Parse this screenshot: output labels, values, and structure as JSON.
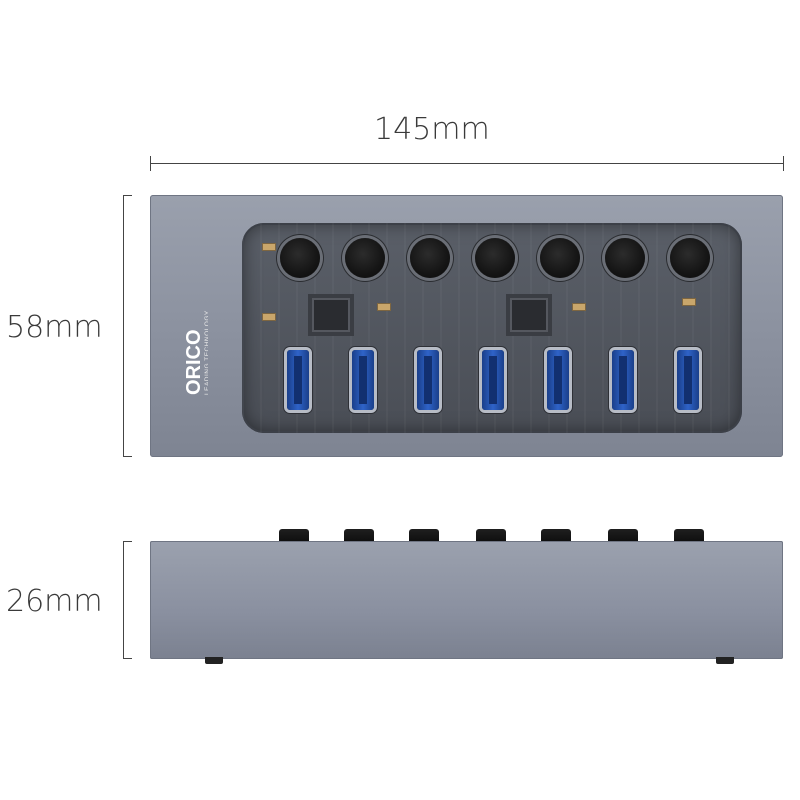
{
  "dimensions": {
    "width_label": "145mm",
    "height_label": "58mm",
    "depth_label": "26mm"
  },
  "brand": {
    "name": "ORICO",
    "tagline": "LEADING TECHNOLOGY"
  },
  "device": {
    "port_count": 7,
    "switch_count": 7,
    "port_color": "#2f63c8",
    "body_color": "#8c92a0"
  }
}
